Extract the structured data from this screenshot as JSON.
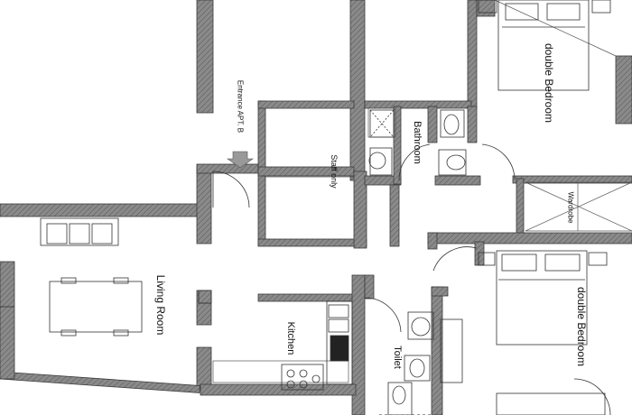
{
  "rooms": {
    "living_room": "Living Room",
    "kitchen": "Kitchen",
    "toilet": "Toilet",
    "bathroom": "Bathroom",
    "staff_only": "Staff only",
    "bedroom_top": "double Bedroom",
    "bedroom_bottom": "double Bedroom",
    "wardrobe": "Wardrobe",
    "entrance": "Entrance APT. B"
  },
  "colors": {
    "wall_fill": "#7d7d7d",
    "wall_stroke": "#3c3c3c",
    "line": "#333333"
  }
}
